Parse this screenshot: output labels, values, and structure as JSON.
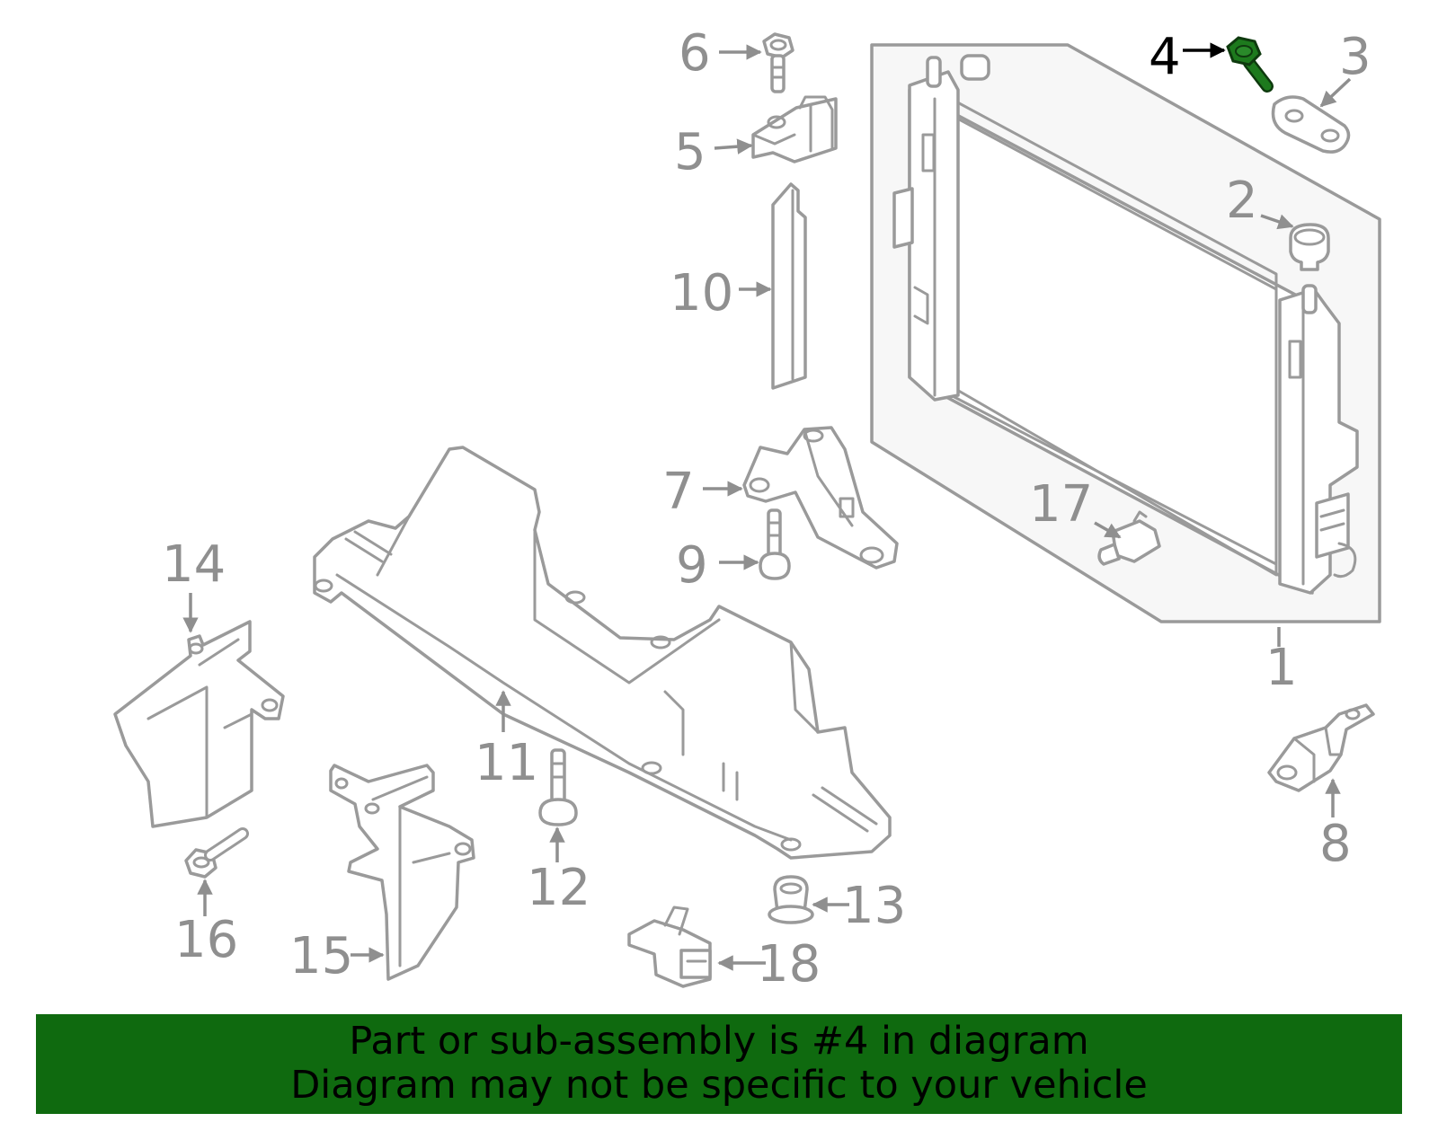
{
  "diagram": {
    "highlight_part": "4",
    "highlight_color": "#1d7a1d",
    "part_color": "#9a9a9a",
    "callouts": [
      {
        "id": "c1",
        "label": "1"
      },
      {
        "id": "c2",
        "label": "2"
      },
      {
        "id": "c3",
        "label": "3"
      },
      {
        "id": "c4",
        "label": "4"
      },
      {
        "id": "c5",
        "label": "5"
      },
      {
        "id": "c6",
        "label": "6"
      },
      {
        "id": "c7",
        "label": "7"
      },
      {
        "id": "c8",
        "label": "8"
      },
      {
        "id": "c9",
        "label": "9"
      },
      {
        "id": "c10",
        "label": "10"
      },
      {
        "id": "c11",
        "label": "11"
      },
      {
        "id": "c12",
        "label": "12"
      },
      {
        "id": "c13",
        "label": "13"
      },
      {
        "id": "c14",
        "label": "14"
      },
      {
        "id": "c15",
        "label": "15"
      },
      {
        "id": "c16",
        "label": "16"
      },
      {
        "id": "c17",
        "label": "17"
      },
      {
        "id": "c18",
        "label": "18"
      }
    ]
  },
  "banner": {
    "background": "#0f6a0f",
    "line1": "Part or sub-assembly is #4 in diagram",
    "line2": "Diagram may not be specific to your vehicle"
  }
}
